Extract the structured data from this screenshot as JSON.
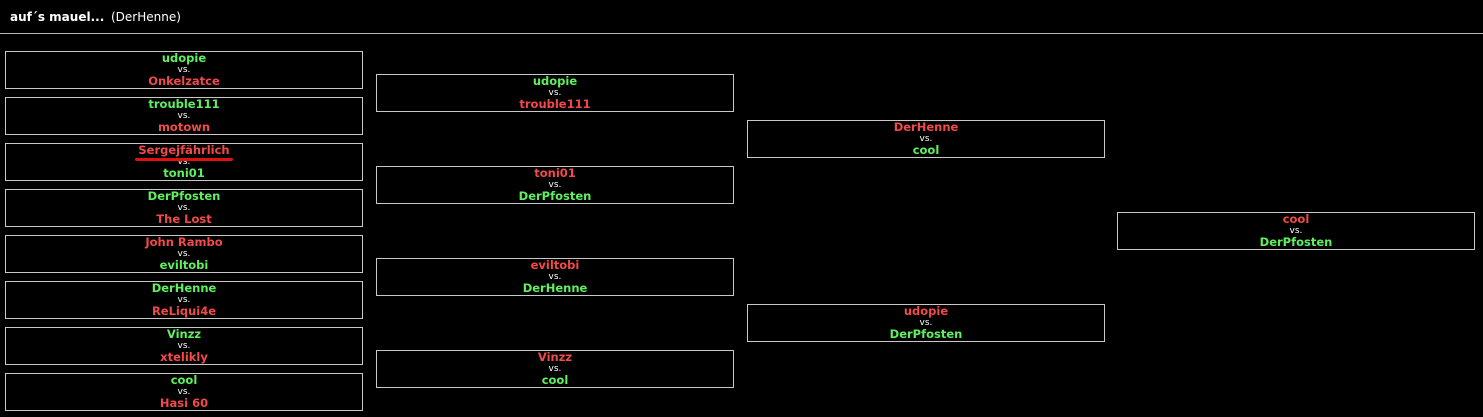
{
  "header": {
    "title": "auf´s mauel...",
    "owner": "(DerHenne)"
  },
  "rounds": [
    [
      {
        "p1": "udopie",
        "p2": "Onkelzatce",
        "winner": 1
      },
      {
        "p1": "trouble111",
        "p2": "motown",
        "winner": 1
      },
      {
        "p1": "Sergejfährlich",
        "p2": "toni01",
        "winner": 2
      },
      {
        "p1": "DerPfosten",
        "p2": "The Lost",
        "winner": 1
      },
      {
        "p1": "John Rambo",
        "p2": "eviltobi",
        "winner": 2
      },
      {
        "p1": "DerHenne",
        "p2": "ReLiqui4e",
        "winner": 1
      },
      {
        "p1": "Vinzz",
        "p2": "xtelikly",
        "winner": 1
      },
      {
        "p1": "cool",
        "p2": "Hasi 60",
        "winner": 1
      }
    ],
    [
      {
        "p1": "udopie",
        "p2": "trouble111",
        "winner": 1
      },
      {
        "p1": "toni01",
        "p2": "DerPfosten",
        "winner": 2
      },
      {
        "p1": "eviltobi",
        "p2": "DerHenne",
        "winner": 2
      },
      {
        "p1": "Vinzz",
        "p2": "cool",
        "winner": 2
      }
    ],
    [
      {
        "p1": "DerHenne",
        "p2": "cool",
        "winner": 2
      },
      {
        "p1": "udopie",
        "p2": "DerPfosten",
        "winner": 2
      }
    ],
    [
      {
        "p1": "cool",
        "p2": "DerPfosten",
        "winner": 2
      }
    ]
  ],
  "vs_label": "vs."
}
